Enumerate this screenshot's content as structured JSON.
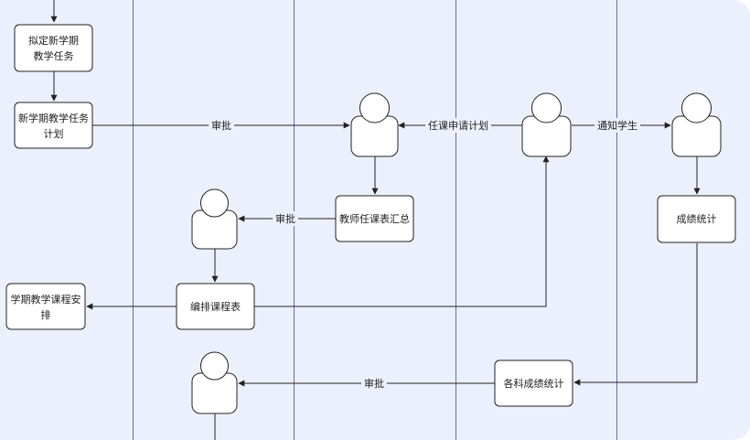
{
  "diagram": {
    "nodes": {
      "draft_task": [
        "拟定新学期",
        "教学任务"
      ],
      "task_plan": [
        "新学期教学任务",
        "计划"
      ],
      "teacher_summary": [
        "教师任课表汇总"
      ],
      "grade_stats": [
        "成绩统计"
      ],
      "schedule": [
        "编排课程表"
      ],
      "semester_arrangement": [
        "学期教学课程安",
        "排"
      ],
      "subject_stats": [
        "各科成绩统计"
      ]
    },
    "edge_labels": {
      "approve_1": "审批",
      "course_request": "任课申请计划",
      "notify_students": "通知学生",
      "approve_2": "审批",
      "approve_3": "审批"
    }
  }
}
